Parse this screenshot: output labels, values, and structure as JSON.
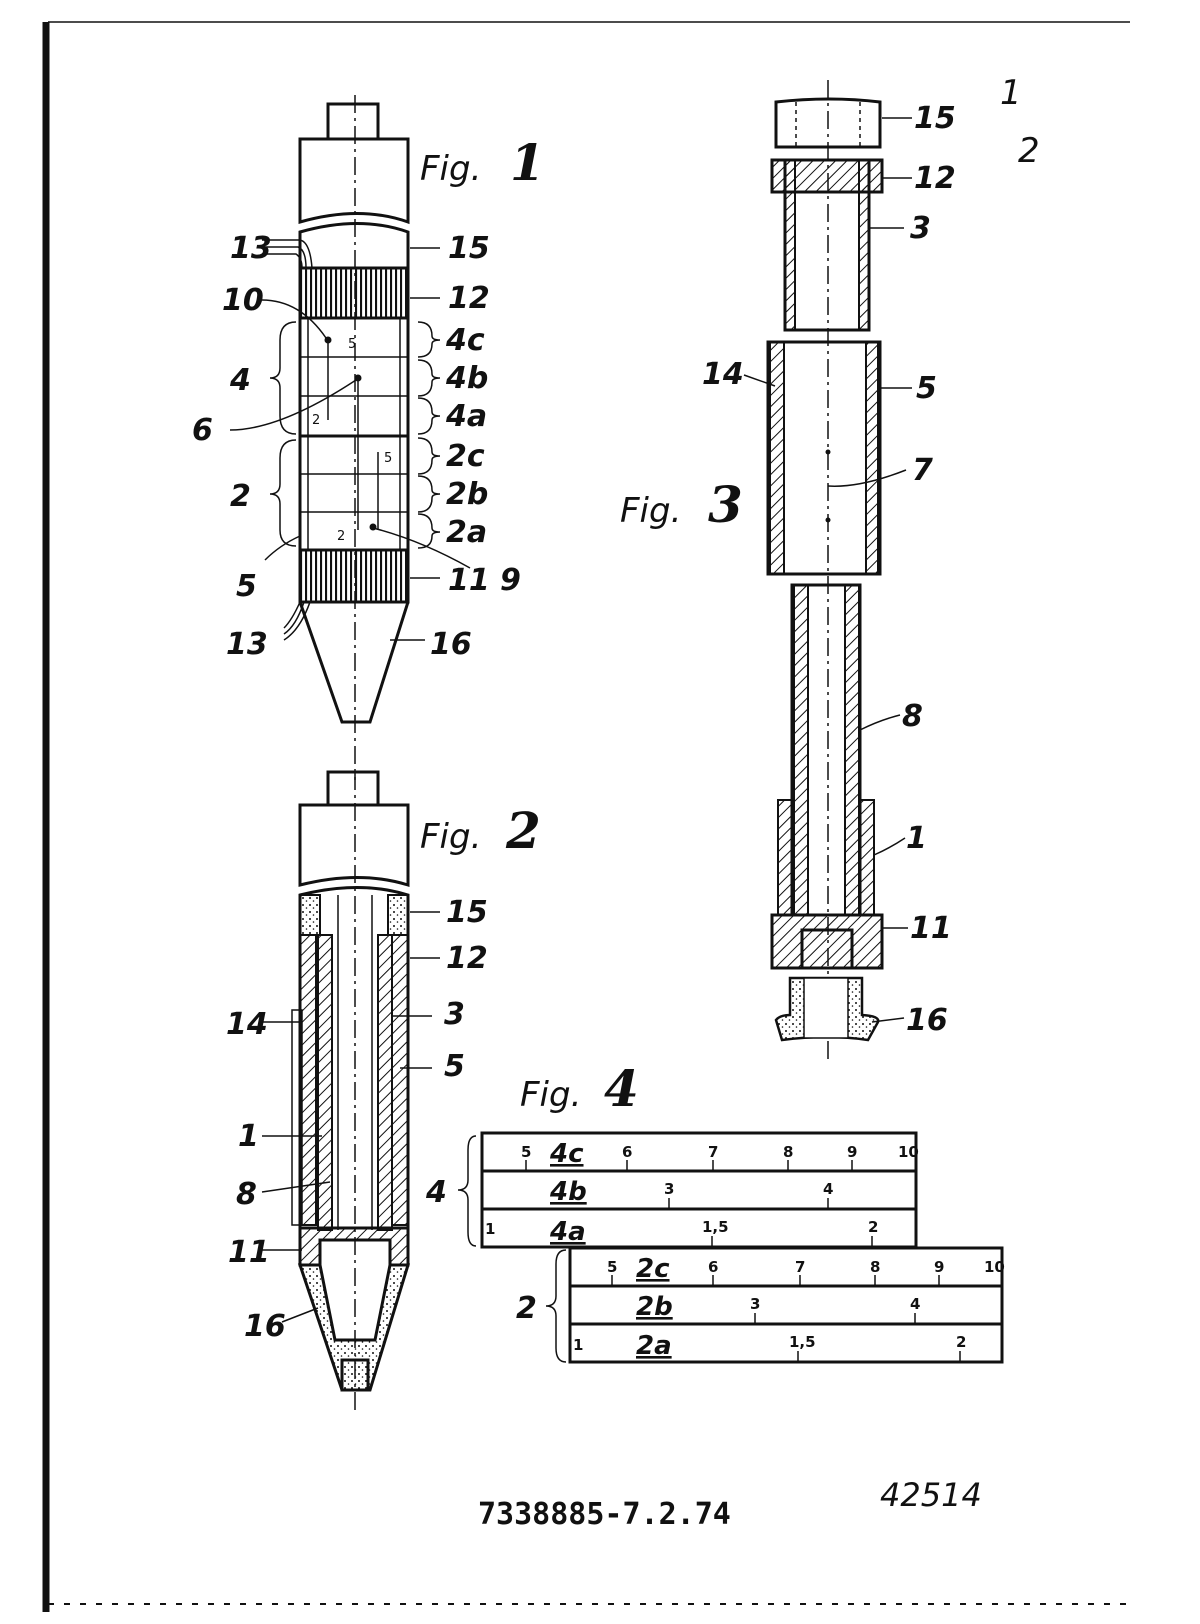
{
  "figures": {
    "fig1": {
      "label": "Fig.",
      "number": "1"
    },
    "fig2": {
      "label": "Fig.",
      "number": "2"
    },
    "fig3": {
      "label": "Fig.",
      "number": "3"
    },
    "fig4": {
      "label": "Fig.",
      "number": "4"
    }
  },
  "corner_marks": [
    "1",
    "2"
  ],
  "fig1_labels": {
    "l13a": "13",
    "l15": "15",
    "l10": "10",
    "l12": "12",
    "l4": "4",
    "l4c": "4c",
    "l4b": "4b",
    "l6": "6",
    "l4a": "4a",
    "l2": "2",
    "l2c": "2c",
    "l2b": "2b",
    "l2a": "2a",
    "l5": "5",
    "l11": "11",
    "l9": "9",
    "l13b": "13",
    "l16": "16",
    "m5a": "5",
    "m2a": "2",
    "m5b": "5",
    "m2b": "2"
  },
  "fig2_labels": {
    "l15": "15",
    "l12": "12",
    "l14": "14",
    "l3": "3",
    "l5": "5",
    "l1": "1",
    "l8": "8",
    "l11": "11",
    "l16": "16"
  },
  "fig3_labels": {
    "l15": "15",
    "l12": "12",
    "l3": "3",
    "l14": "14",
    "l5": "5",
    "l7": "7",
    "l8": "8",
    "l1": "1",
    "l11": "11",
    "l16": "16"
  },
  "fig4": {
    "group4_label": "4",
    "group2_label": "2",
    "scale4c": {
      "name": "4c",
      "ticks": [
        "5",
        "6",
        "7",
        "8",
        "9",
        "10"
      ]
    },
    "scale4b": {
      "name": "4b",
      "ticks": [
        "3",
        "4"
      ]
    },
    "scale4a": {
      "name": "4a",
      "ticks": [
        "1",
        "1,5",
        "2"
      ]
    },
    "scale2c": {
      "name": "2c",
      "ticks": [
        "5",
        "6",
        "7",
        "8",
        "9",
        "10"
      ]
    },
    "scale2b": {
      "name": "2b",
      "ticks": [
        "3",
        "4"
      ]
    },
    "scale2a": {
      "name": "2a",
      "ticks": [
        "1",
        "1,5",
        "2"
      ]
    }
  },
  "footer": {
    "document_number": "7338885-7.2.74",
    "sheet_number": "42514"
  }
}
